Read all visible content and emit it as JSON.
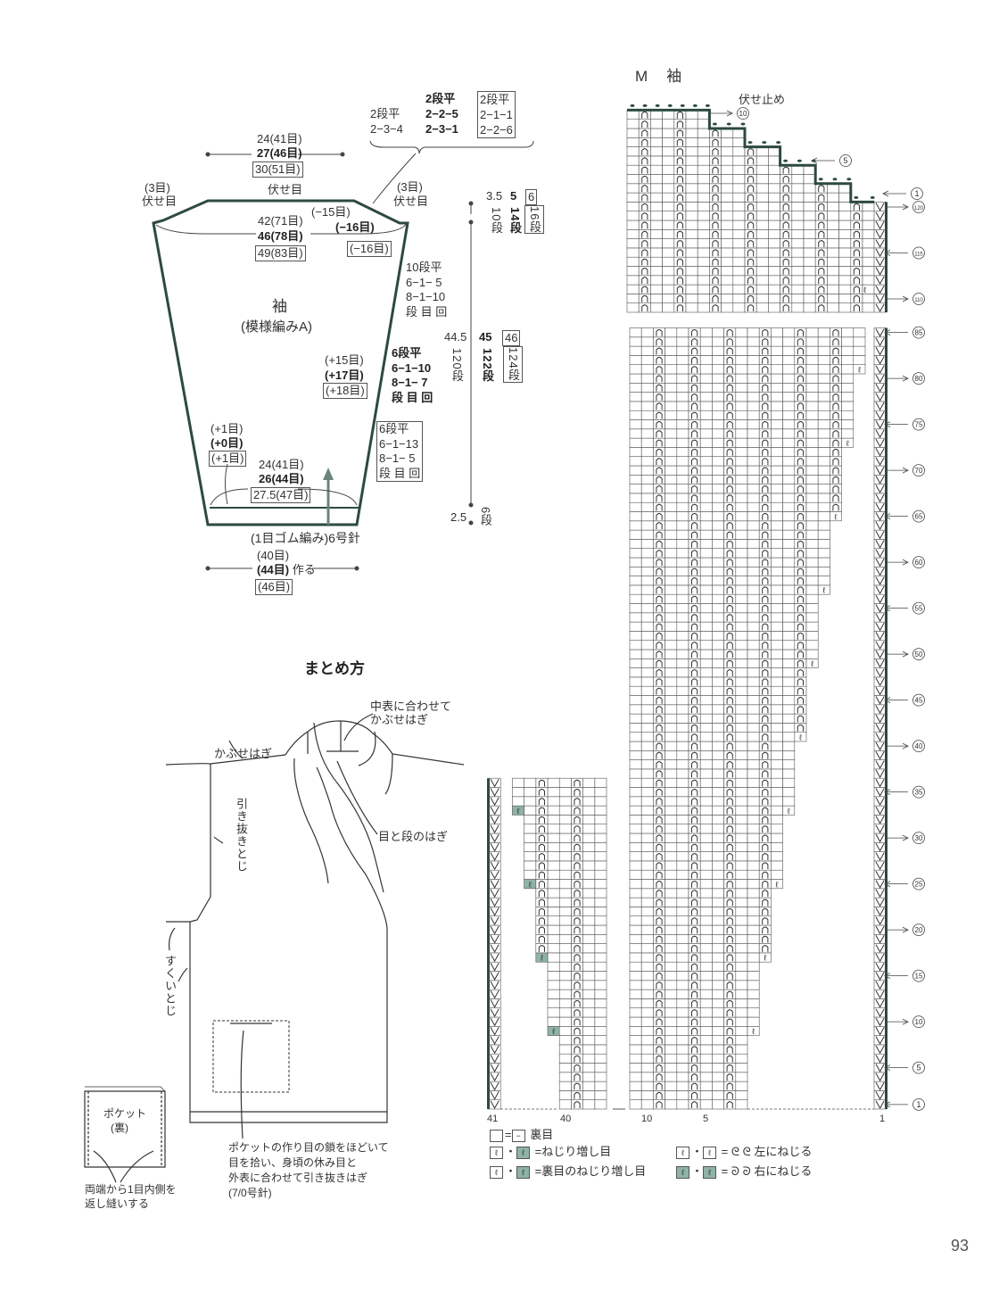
{
  "sleeve": {
    "top_width": {
      "s": "24(41目)",
      "m": "27(46目)",
      "l": "30(51目)"
    },
    "cap_table": {
      "col1": [
        "2段平",
        "2−3−4"
      ],
      "col2": [
        "2段平",
        "2−2−5",
        "2−3−1"
      ],
      "col3": [
        "2段平",
        "2−1−1",
        "2−2−6"
      ]
    },
    "left_bindoff": [
      "(3目)",
      "伏せ目"
    ],
    "top_bindoff": "伏せ目",
    "right_bindoff": [
      "(3目)",
      "伏せ目"
    ],
    "upper_width": {
      "s": "42(71目)",
      "m": "46(78目)",
      "l": "49(83目)"
    },
    "cap_decrease": {
      "s": "(−15目)",
      "m": "(−16目)",
      "l": "(−16目)"
    },
    "right_inc_s": [
      "10段平",
      "6−1− 5",
      "8−1−10",
      "段 目 回"
    ],
    "title": "袖",
    "subtitle": "(模様編みA)",
    "side_increase": {
      "s": "(+15目)",
      "m": "(+17目)",
      "l": "(+18目)"
    },
    "right_inc_m": [
      "6段平",
      "6−1−10",
      "8−1− 7",
      "段 目 回"
    ],
    "cuff_increase": {
      "s": "(+1目)",
      "m": "(+0目)",
      "l": "(+1目)"
    },
    "lower_width": {
      "s": "24(41目)",
      "m": "26(44目)",
      "l": "27.5(47目)"
    },
    "right_inc_l": [
      "6段平",
      "6−1−13",
      "8−1− 5",
      "段 目 回"
    ],
    "cuff_label": "(1目ゴム編み)6号針",
    "cast_on": {
      "s": "(40目)",
      "m": "(44目)",
      "m_suffix": "作る",
      "l": "(46目)"
    },
    "cap_height": {
      "s": "3.5",
      "m": "5",
      "l": "6",
      "rows_s": "10段",
      "rows_m": "14段",
      "rows_l": "16段"
    },
    "body_height": {
      "s": "44.5",
      "m": "45",
      "l": "46",
      "rows_s": "120段",
      "rows_m": "122段",
      "rows_l": "124段"
    },
    "cuff_height": {
      "cm": "2.5",
      "rows": "6段"
    }
  },
  "assembly": {
    "title": "まとめ方",
    "collar_note": [
      "中表に合わせて",
      "かぶせはぎ"
    ],
    "shoulder_note": "かぶせはぎ",
    "collar_join": "目と段のはぎ",
    "armhole_note": "引き抜きとじ",
    "side_note": "すくいとじ",
    "pocket_title": [
      "ポケット",
      "(裏)"
    ],
    "pocket_note": [
      "両端から1目内側を",
      "返し縫いする"
    ],
    "pocket_join_note": [
      "ポケットの作り目の鎖をほどいて",
      "目を拾い、身頃の休み目と",
      "外表に合わせて引き抜きはぎ",
      "(7/0号針)"
    ]
  },
  "chart": {
    "title": "M　袖",
    "bindoff_label": "伏せ止め",
    "col_labels": [
      "41",
      "40",
      "10",
      "5",
      "1"
    ],
    "cap_row_labels": [
      {
        "n": "10",
        "dir": "right"
      },
      {
        "n": "5",
        "dir": "left"
      },
      {
        "n": "1",
        "dir": "left"
      }
    ],
    "top_row_labels": [
      {
        "n": "120",
        "dir": "right"
      },
      {
        "n": "115",
        "dir": "left"
      },
      {
        "n": "110",
        "dir": "right"
      }
    ],
    "bottom_row_labels": [
      "85",
      "80",
      "75",
      "70",
      "65",
      "60",
      "55",
      "50",
      "45",
      "40",
      "35",
      "30",
      "25",
      "20",
      "15",
      "10",
      "5",
      "1"
    ],
    "increase_every_rows": 8,
    "first_increase_row": 9,
    "colors": {
      "line": "#2d4a40",
      "shade": "#8fb3a6",
      "grid": "#555555"
    }
  },
  "legend": {
    "purl": "裏目",
    "twist_inc": "=ねじり増し目",
    "purl_twist_inc": "=裏目のねじり増し目",
    "twist_left": "左にねじる",
    "twist_right": "右にねじる",
    "eq": "="
  },
  "page_number": "93"
}
